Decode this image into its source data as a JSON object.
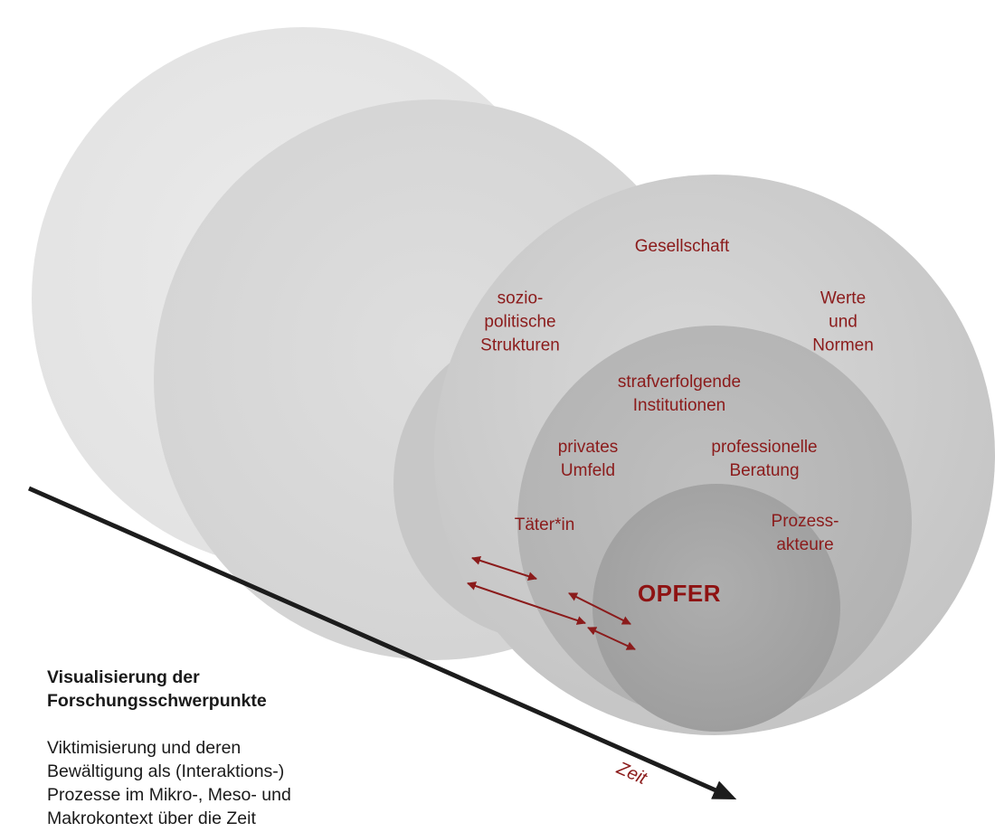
{
  "caption": {
    "title": "Visualisierung der\nForschungsschwerpunkte",
    "body": "Viktimisierung und deren\nBewältigung als (Interaktions-)\nProzesse im Mikro-, Meso- und\nMakrokontext über die Zeit"
  },
  "rings": {
    "society": {
      "top": "Gesellschaft",
      "left": "sozio-\npolitische\nStrukturen",
      "right": "Werte\nund\nNormen"
    },
    "meso": {
      "top": "strafverfolgende\nInstitutionen",
      "left": "privates\nUmfeld",
      "right": "professionelle\nBeratung",
      "lower_left": "Täter*in",
      "lower_right": "Prozess-\nakteure"
    },
    "core": {
      "label": "OPFER"
    }
  },
  "time_axis": {
    "label": "Zeit"
  },
  "colors": {
    "label_red": "#8b1b1b",
    "core_red": "#8e1212",
    "arrow_black": "#1c1c1c",
    "circle_back": "#e6e6e6",
    "circle_mid_layer": "#d7d7d7",
    "circle_front_outer": "#cbcbcb",
    "circle_front_middle": "#b8b8b8",
    "circle_front_inner": "#a5a5a5"
  }
}
